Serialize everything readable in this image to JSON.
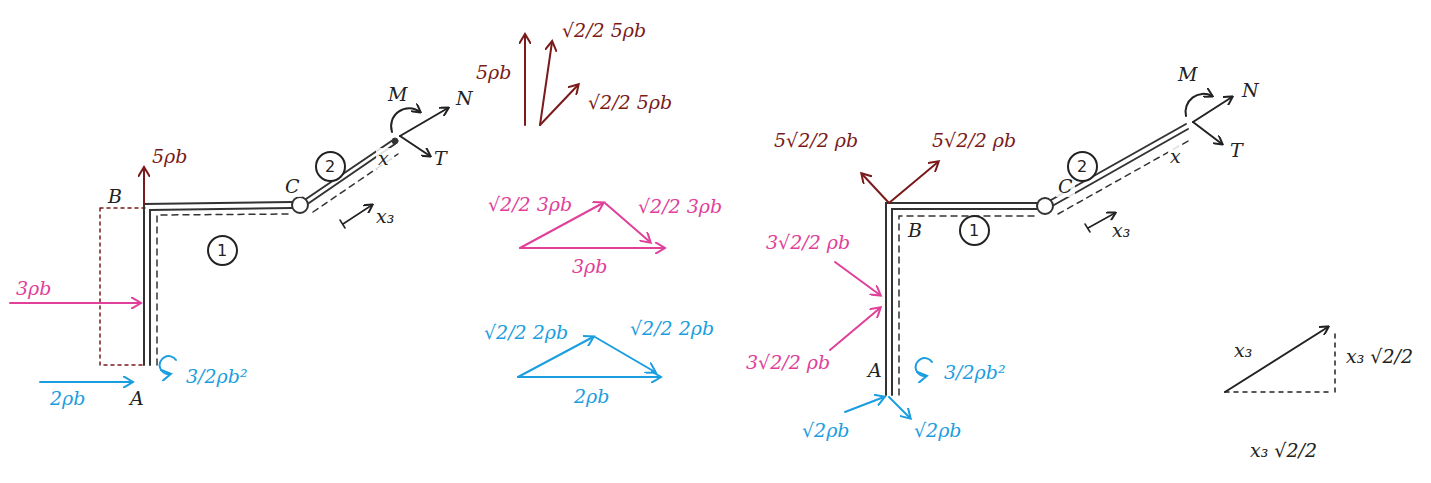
{
  "diagram": {
    "nodes": [
      {
        "text": [
          "1"
        ]
      },
      {
        "text": [
          "2"
        ]
      },
      {
        "text": [
          "1"
        ]
      },
      {
        "text": [
          "2"
        ]
      }
    ],
    "labels": [
      "5ρb",
      "B",
      "C",
      "x",
      "M",
      "N",
      "T",
      "x₃",
      "3ρb",
      "2ρb",
      "A",
      "3/2ρb²",
      "5ρb",
      "√2/2 5ρb",
      "√2/2 5ρb",
      "√2/2 3ρb",
      "√2/2 3ρb",
      "3ρb",
      "√2/2 2ρb",
      "√2/2 2ρb",
      "2ρb",
      "5√2/2 ρb",
      "5√2/2 ρb",
      "B",
      "C",
      "x",
      "M",
      "N",
      "T",
      "x₃",
      "3√2/2 ρb",
      "3√2/2 ρb",
      "A",
      "√2ρb",
      "√2ρb",
      "3/2ρb²",
      "x₃",
      "x₃ √2/2",
      "x₃ √2/2"
    ]
  }
}
